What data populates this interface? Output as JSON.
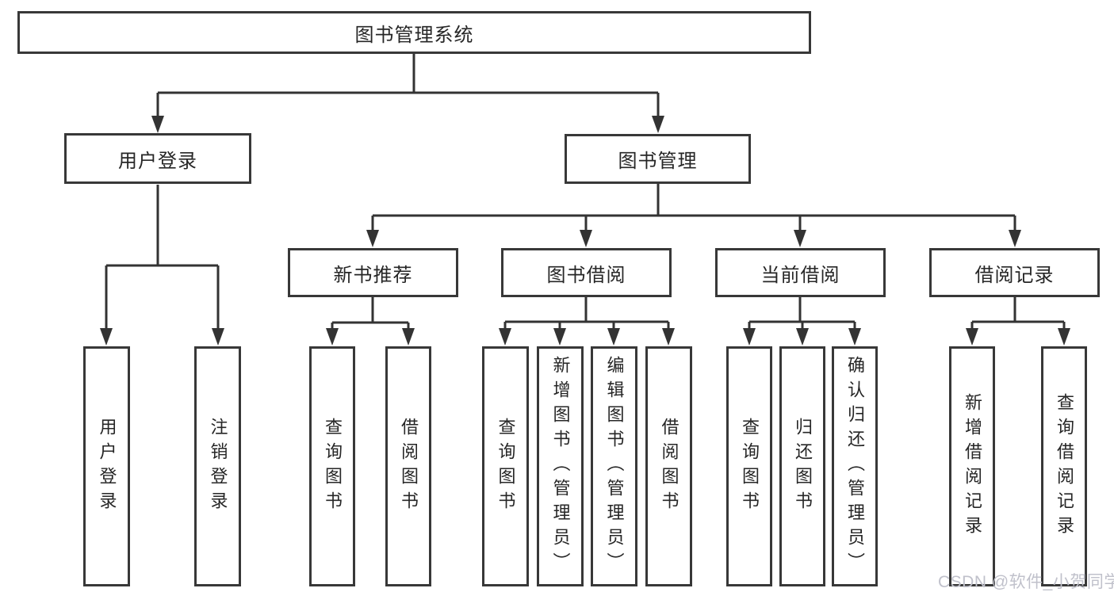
{
  "diagram": {
    "tree": {
      "label": "图书管理系统",
      "children": [
        {
          "label": "用户登录",
          "children": [
            {
              "label": "用户登录"
            },
            {
              "label": "注销登录"
            }
          ]
        },
        {
          "label": "图书管理",
          "children": [
            {
              "label": "新书推荐",
              "children": [
                {
                  "label": "查询图书"
                },
                {
                  "label": "借阅图书"
                }
              ]
            },
            {
              "label": "图书借阅",
              "children": [
                {
                  "label": "查询图书"
                },
                {
                  "label": "新增图书（管理员）"
                },
                {
                  "label": "编辑图书（管理员）"
                },
                {
                  "label": "借阅图书"
                }
              ]
            },
            {
              "label": "当前借阅",
              "children": [
                {
                  "label": "查询图书"
                },
                {
                  "label": "归还图书"
                },
                {
                  "label": "确认归还（管理员）"
                }
              ]
            },
            {
              "label": "借阅记录",
              "children": [
                {
                  "label": "新增借阅记录"
                },
                {
                  "label": "查询借阅记录"
                }
              ]
            }
          ]
        }
      ]
    },
    "watermark": "CSDN @软件_小贺同学",
    "colors": {
      "line": "#333333",
      "border": "#383838",
      "text": "#262626",
      "background": "#ffffff",
      "watermark": "#c0c1cb"
    }
  }
}
